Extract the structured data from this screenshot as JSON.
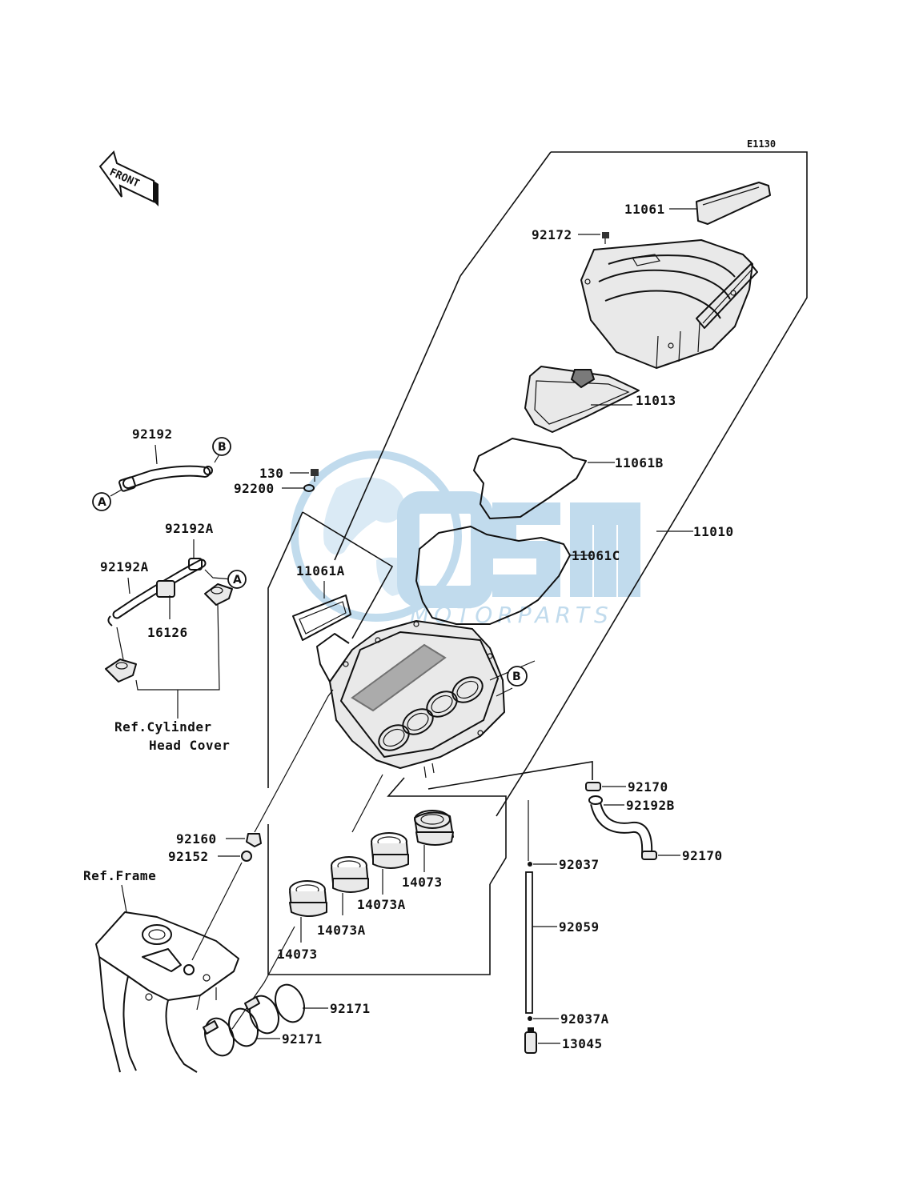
{
  "diagram_code": "E1130",
  "front_label": "FRONT",
  "watermark": {
    "logo_text": "osm",
    "sub_text": "MOTORPARTS",
    "color": "#8fbfdf"
  },
  "parts": {
    "p11061": "11061",
    "p92172": "92172",
    "p11013": "11013",
    "p11061B": "11061B",
    "p11010": "11010",
    "p11061C": "11061C",
    "p11061A": "11061A",
    "p130": "130",
    "p92200": "92200",
    "p92192": "92192",
    "p92192A_top": "92192A",
    "p92192A_left": "92192A",
    "p16126": "16126",
    "p92170_a": "92170",
    "p92192B": "92192B",
    "p92170_b": "92170",
    "p92037": "92037",
    "p92059": "92059",
    "p92037A": "92037A",
    "p13045": "13045",
    "p92160": "92160",
    "p92152": "92152",
    "p14073_r": "14073",
    "p14073A_r": "14073A",
    "p14073A_l": "14073A",
    "p14073_l": "14073",
    "p92171_a": "92171",
    "p92171_b": "92171"
  },
  "refs": {
    "cyl_line1": "Ref.Cylinder",
    "cyl_line2": "Head Cover",
    "frame": "Ref.Frame"
  },
  "markers": {
    "a": "A",
    "b": "B"
  }
}
